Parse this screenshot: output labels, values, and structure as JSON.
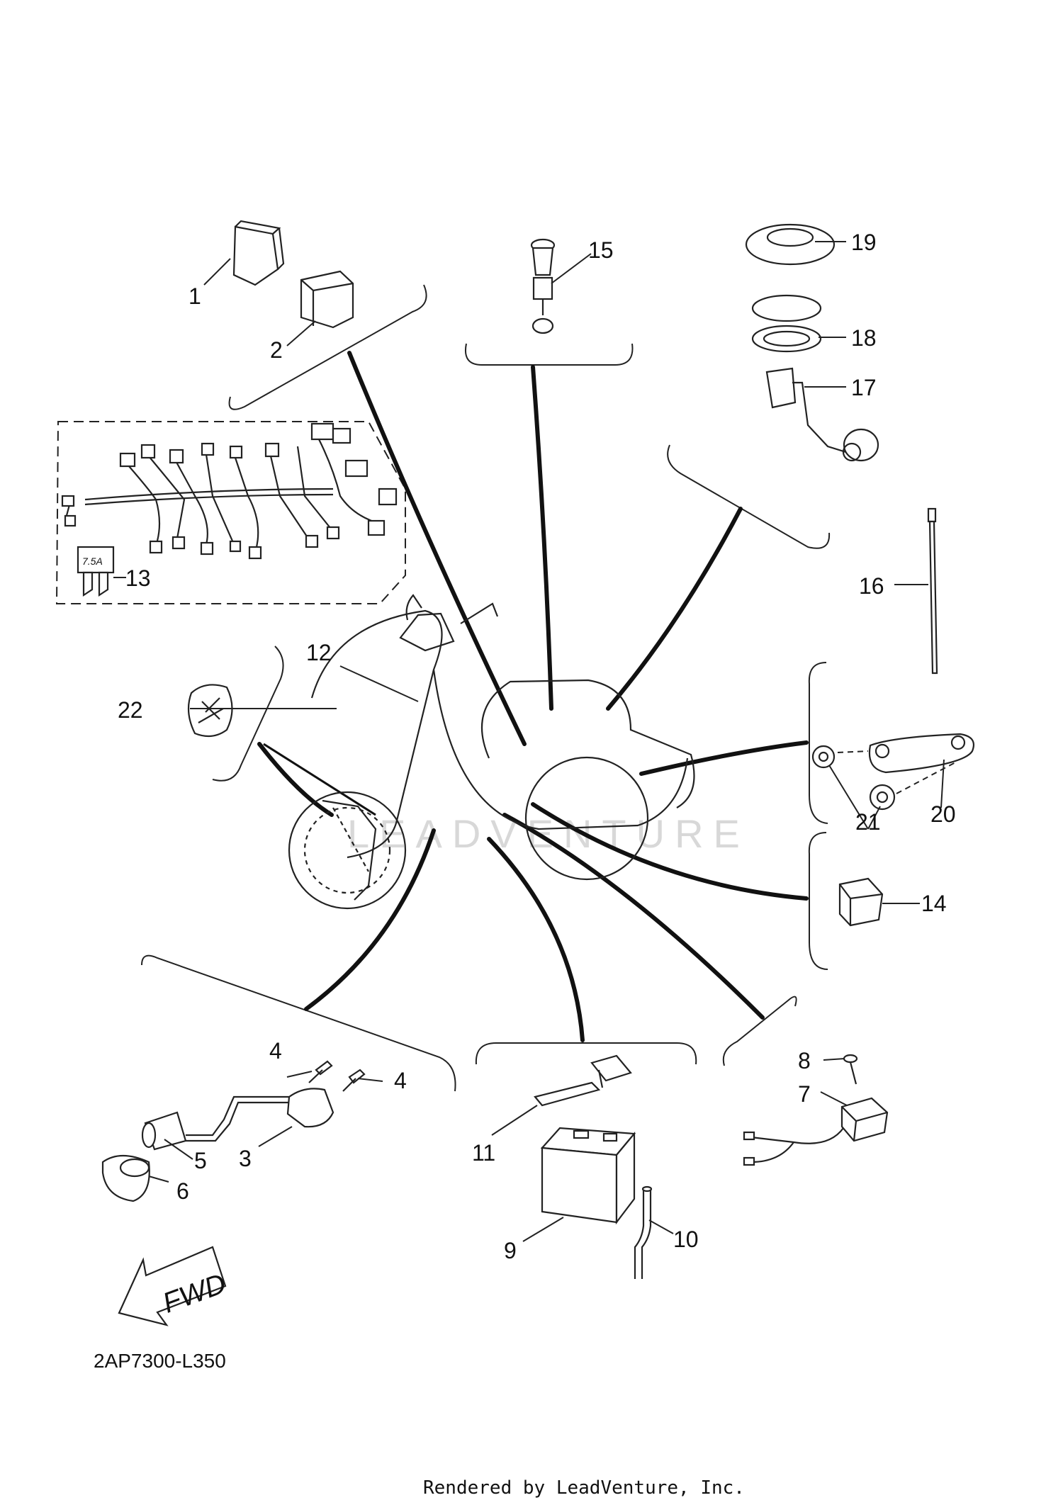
{
  "callouts": {
    "p1": "1",
    "p2": "2",
    "p3": "3",
    "p4a": "4",
    "p4b": "4",
    "p5": "5",
    "p6": "6",
    "p7": "7",
    "p8": "8",
    "p9": "9",
    "p10": "10",
    "p11": "11",
    "p12": "12",
    "p13": "13",
    "p14": "14",
    "p15": "15",
    "p16": "16",
    "p17": "17",
    "p18": "18",
    "p19": "19",
    "p20": "20",
    "p21": "21",
    "p22": "22"
  },
  "fuse_rating": "7.5A",
  "fwd_label": "FWD",
  "diagram_code": "2AP7300-L350",
  "watermark": "LEADVENTURE",
  "footer": "Rendered by LeadVenture, Inc."
}
